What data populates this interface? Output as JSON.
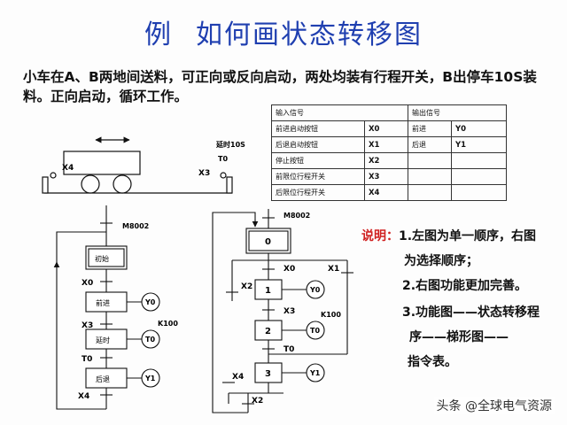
{
  "title": {
    "part1": "例",
    "part2": "如何画状态转移图"
  },
  "description": "小车在A、B两地间送料，可正向或反向启动，两处均装有行程开关，B出停车10S装料。正向启动，循环工作。",
  "io_table": {
    "header": {
      "input": "输入信号",
      "output": "输出信号"
    },
    "rows": [
      {
        "in_name": "前进启动按钮",
        "in_code": "X0",
        "out_name": "前进",
        "out_code": "Y0"
      },
      {
        "in_name": "后退启动按钮",
        "in_code": "X1",
        "out_name": "后退",
        "out_code": "Y1"
      },
      {
        "in_name": "停止按钮",
        "in_code": "X2",
        "out_name": "",
        "out_code": ""
      },
      {
        "in_name": "前限位行程开关",
        "in_code": "X3",
        "out_name": "",
        "out_code": ""
      },
      {
        "in_name": "后限位行程开关",
        "in_code": "X4",
        "out_name": "",
        "out_code": ""
      }
    ]
  },
  "cart": {
    "left_switch": "X4",
    "right_switch": "X3",
    "delay": "延时10S",
    "timer": "T0"
  },
  "left_chart": {
    "init_contact": "M8002",
    "steps": [
      "初始",
      "前进",
      "延时",
      "后退"
    ],
    "transitions": [
      "X0",
      "X3",
      "T0",
      "X4"
    ],
    "outputs": [
      "Y0",
      "T0",
      "Y1"
    ],
    "timer_setting": "K100"
  },
  "right_chart": {
    "init_contact": "M8002",
    "steps": [
      "0",
      "1",
      "2",
      "3"
    ],
    "transitions": {
      "x0": "X0",
      "x1": "X1",
      "x2a": "X2",
      "x3": "X3",
      "t0": "T0",
      "x4": "X4",
      "x2b": "X2"
    },
    "outputs": [
      "Y0",
      "T0",
      "Y1"
    ],
    "timer_setting": "K100"
  },
  "notes": {
    "label": "说明：",
    "line1": "1.左图为单一顺序，右图",
    "line2": "为选择顺序；",
    "line3": "2.右图功能更加完善。",
    "line4": "3.功能图——状态转移程",
    "line5": "序——梯形图——",
    "line6": "指令表。"
  },
  "watermark": "头条 @全球电气资源"
}
